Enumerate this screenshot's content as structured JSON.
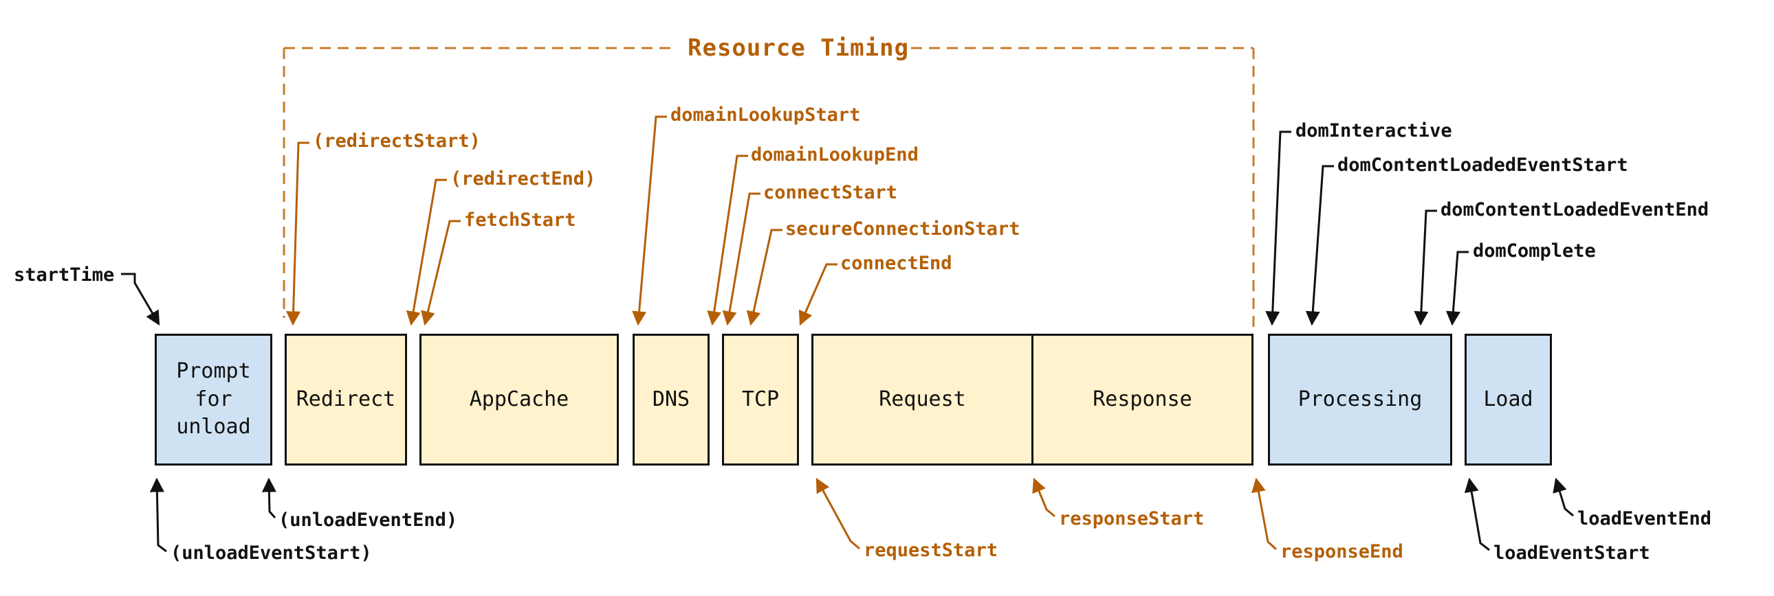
{
  "title": "Resource Timing",
  "boxes": {
    "prompt": "Prompt for unload",
    "redirect": "Redirect",
    "appcache": "AppCache",
    "dns": "DNS",
    "tcp": "TCP",
    "request": "Request",
    "response": "Response",
    "processing": "Processing",
    "load": "Load"
  },
  "labels": {
    "startTime": "startTime",
    "redirectStart": "(redirectStart)",
    "redirectEnd": "(redirectEnd)",
    "fetchStart": "fetchStart",
    "domainLookupStart": "domainLookupStart",
    "domainLookupEnd": "domainLookupEnd",
    "connectStart": "connectStart",
    "secureConnectionStart": "secureConnectionStart",
    "connectEnd": "connectEnd",
    "domInteractive": "domInteractive",
    "domContentLoadedEventStart": "domContentLoadedEventStart",
    "domContentLoadedEventEnd": "domContentLoadedEventEnd",
    "domComplete": "domComplete",
    "unloadEventStart": "(unloadEventStart)",
    "unloadEventEnd": "(unloadEventEnd)",
    "requestStart": "requestStart",
    "responseStart": "responseStart",
    "responseEnd": "responseEnd",
    "loadEventStart": "loadEventStart",
    "loadEventEnd": "loadEventEnd"
  },
  "colors": {
    "orange": "#b45f06",
    "orange-dash": "#c77c2e",
    "black": "#111111",
    "blue-fill": "#cfe2f3",
    "yellow-fill": "#fff2cc"
  }
}
